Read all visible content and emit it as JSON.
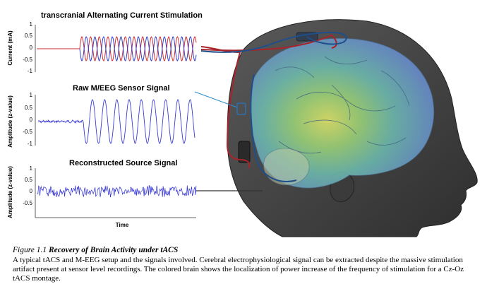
{
  "panels": [
    {
      "title": "transcranial Alternating Current Stimulation",
      "ylabel": "Current (mA)",
      "yticks": [
        "1",
        "0.5",
        "0",
        "-0.5",
        "-1"
      ]
    },
    {
      "title": "Raw M/EEG Sensor Signal",
      "ylabel": "Amplitude (z-value)",
      "yticks": [
        "1",
        "0.5",
        "0",
        "-0.5",
        "-1"
      ]
    },
    {
      "title": "Reconstructed Source Signal",
      "ylabel": "Amplitude (z-value)",
      "yticks": [
        "1",
        "0.5",
        "0",
        "-0.5"
      ]
    }
  ],
  "xlabel": "Time",
  "colors": {
    "stim_red": "#d62b2b",
    "stim_blue": "#2e3fd0",
    "signal_blue": "#3a3ad8",
    "head": "#4a4a4a",
    "wire_red": "#a8232a",
    "wire_blue": "#1f4f8a"
  },
  "caption": {
    "figure_label": "Figure 1.1",
    "figure_title": "Recovery of Brain Activity under tACS",
    "text": "A typical tACS and M-EEG setup and the signals involved. Cerebral electrophysiological signal can be extracted despite the massive stimulation artifact present at sensor level recordings. The colored brain shows the localization of power increase of the frequency of stimulation for a Cz-Oz tACS montage."
  }
}
